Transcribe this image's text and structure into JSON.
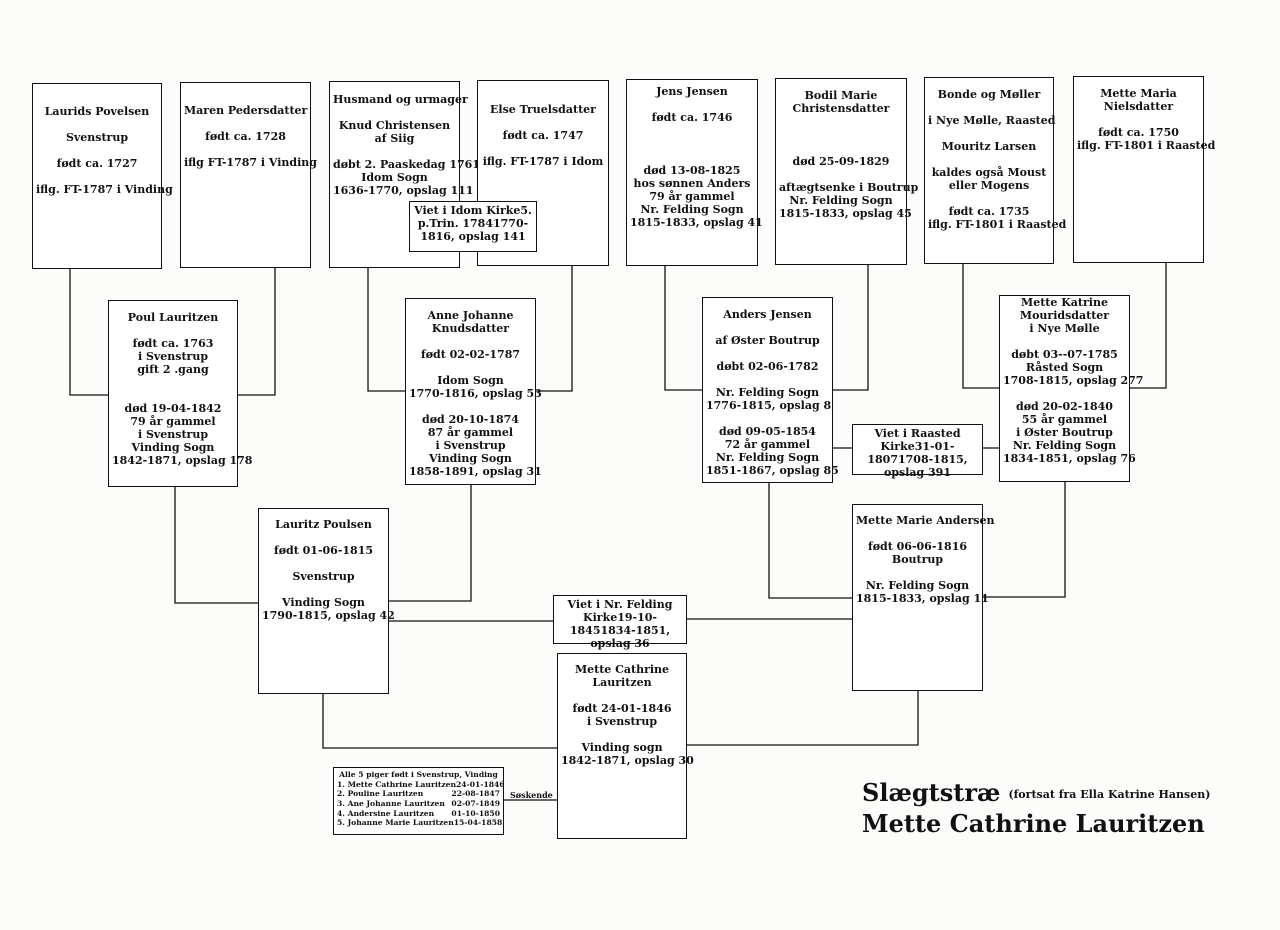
{
  "title": {
    "main": "Slægtstræ",
    "note": "(fortsat fra Ella Katrine Hansen)",
    "name": "Mette Cathrine Lauritzen"
  },
  "boxes": {
    "laurids": [
      "Laurids Povelsen",
      "",
      "Svenstrup",
      "",
      "født ca. 1727",
      "",
      "iflg. FT-1787  i Vinding"
    ],
    "maren": [
      "Maren Pedersdatter",
      "",
      "født ca. 1728",
      "",
      "iflg FT-1787 i Vinding"
    ],
    "knud": [
      "Husmand og urmager",
      "",
      "Knud Christensen",
      "af Siig",
      "",
      "døbt 2. Paaskedag 1761",
      "Idom Sogn",
      "1636-1770, opslag 111"
    ],
    "else": [
      "Else Truelsdatter",
      "",
      "født ca. 1747",
      "",
      "iflg. FT-1787 i Idom"
    ],
    "jens": [
      "Jens Jensen",
      "",
      "født ca. 1746",
      "#",
      "død 13-08-1825",
      "hos sønnen Anders",
      "79 år gammel",
      "Nr. Felding Sogn",
      "1815-1833, opslag  41"
    ],
    "bodil": [
      "Bodil Marie",
      "Christensdatter",
      "#",
      "død 25-09-1829",
      "",
      "aftægtsenke i Boutrup",
      "Nr. Felding Sogn",
      "1815-1833, opslag  45"
    ],
    "mouritz": [
      "Bonde og Møller",
      "",
      "i Nye Mølle, Raasted",
      "",
      "Mouritz Larsen",
      "",
      "kaldes også Moust",
      "eller Mogens",
      "",
      "født ca. 1735",
      "iflg. FT-1801 i Raasted"
    ],
    "mettemaria": [
      "Mette  Maria",
      "Nielsdatter",
      "",
      "født ca. 1750",
      "iflg. FT-1801 i Raasted"
    ],
    "poul": [
      "Poul Lauritzen",
      "",
      "født ca. 1763",
      "i Svenstrup",
      "gift  2 .gang",
      "",
      "",
      "død 19-04-1842",
      "79 år gammel",
      "i Svenstrup",
      "Vinding Sogn",
      "1842-1871, opslag 178"
    ],
    "anne": [
      "Anne Johanne",
      "Knudsdatter",
      "",
      "født 02-02-1787",
      "",
      "Idom  Sogn",
      "1770-1816, opslag 53",
      "",
      "død 20-10-1874",
      "87 år gammel",
      "i Svenstrup",
      "Vinding Sogn",
      "1858-1891, opslag 31"
    ],
    "anders": [
      "Anders Jensen",
      "",
      "af  Øster Boutrup",
      "",
      "døbt 02-06-1782",
      "",
      "Nr. Felding Sogn",
      "1776-1815,  opslag  8",
      "",
      "død 09-05-1854",
      "72 år gammel",
      "Nr. Felding Sogn",
      "1851-1867, opslag 85"
    ],
    "mettekatrine": [
      "Mette Katrine",
      "Mouridsdatter",
      "i Nye Mølle",
      "",
      "døbt 03--07-1785",
      "Råsted Sogn",
      "1708-1815,  opslag  277",
      "",
      "død 20-02-1840",
      "55 år gammel",
      "i Øster Boutrup",
      "Nr. Felding Sogn",
      "1834-1851, opslag 76"
    ],
    "lauritz": [
      "Lauritz Poulsen",
      "",
      "født  01-06-1815",
      "",
      "Svenstrup",
      "",
      "Vinding Sogn",
      "1790-1815, opslag 42"
    ],
    "mettemarie": [
      "Mette Marie Andersen",
      "",
      "født 06-06-1816",
      "Boutrup",
      "",
      "Nr. Felding Sogn",
      "1815-1833, opslag  11"
    ],
    "mettecathrine": [
      "Mette Cathrine",
      "Lauritzen",
      "",
      "født 24-01-1846",
      "i Svenstrup",
      "",
      "Vinding sogn",
      "1842-1871, opslag 30"
    ]
  },
  "marriages": {
    "idom": [
      "Viet i Idom Kirke",
      "5. p.Trin. 1784",
      "1770-1816, opslag 141"
    ],
    "raasted": [
      "Viet i Raasted Kirke",
      "31-01-1807",
      "1708-1815, opslag 391"
    ],
    "felding": [
      "Viet i Nr. Felding Kirke",
      "19-10-1845",
      "1834-1851, opslag 36"
    ]
  },
  "siblings": {
    "header": "Alle 5 piger født i Svenstrup,  Vinding",
    "rows": [
      {
        "name": "1. Mette Cathrine Lauritzen",
        "date": "24-01-1846"
      },
      {
        "name": "2. Pouline Lauritzen",
        "date": "22-08-1847"
      },
      {
        "name": "3. Ane Johanne Lauritzen",
        "date": "02-07-1849"
      },
      {
        "name": "4. Andersine Lauritzen",
        "date": "01-10-1850"
      },
      {
        "name": "5. Johanne Marie Lauritzen",
        "date": "15-04-1858"
      }
    ],
    "label": "Søskende"
  }
}
